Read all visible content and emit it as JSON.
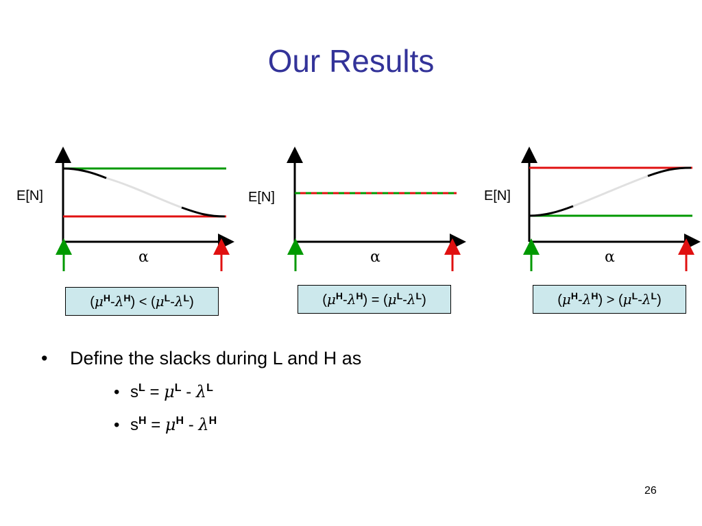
{
  "title": "Our Results",
  "colors": {
    "title": "#333399",
    "green": "#009900",
    "red": "#e01010",
    "curve": "#000000",
    "faded": "#e0e0e0",
    "box_fill": "#cce8ec"
  },
  "diagrams": [
    {
      "ylabel": "E[N]",
      "xlabel": "α",
      "cond_parts": [
        "(",
        "μ",
        "H",
        "-",
        "λ",
        "H",
        ") < (",
        "μ",
        "L",
        "-",
        "λ",
        "L",
        ")"
      ]
    },
    {
      "ylabel": "E[N]",
      "xlabel": "α",
      "cond_parts": [
        "(",
        "μ",
        "H",
        "-",
        "λ",
        "H",
        ") = (",
        "μ",
        "L",
        "-",
        "λ",
        "L",
        ")"
      ]
    },
    {
      "ylabel": "E[N]",
      "xlabel": "α",
      "cond_parts": [
        "(",
        "μ",
        "H",
        "-",
        "λ",
        "H",
        ") > (",
        "μ",
        "L",
        "-",
        "λ",
        "L",
        ")"
      ]
    }
  ],
  "bullets": {
    "main": {
      "marker": "•",
      "text": "Define the slacks during L and H as"
    },
    "sub": [
      {
        "marker": "•",
        "s": "s",
        "sup1": "L",
        "eq": " = ",
        "mu": "μ",
        "sup2": "L",
        "minus": " - ",
        "lam": "λ",
        "sup3": "L"
      },
      {
        "marker": "•",
        "s": "s",
        "sup1": "H",
        "eq": " = ",
        "mu": "μ",
        "sup2": "H",
        "minus": " - ",
        "lam": "λ",
        "sup3": "H"
      }
    ]
  },
  "page_number": "26"
}
